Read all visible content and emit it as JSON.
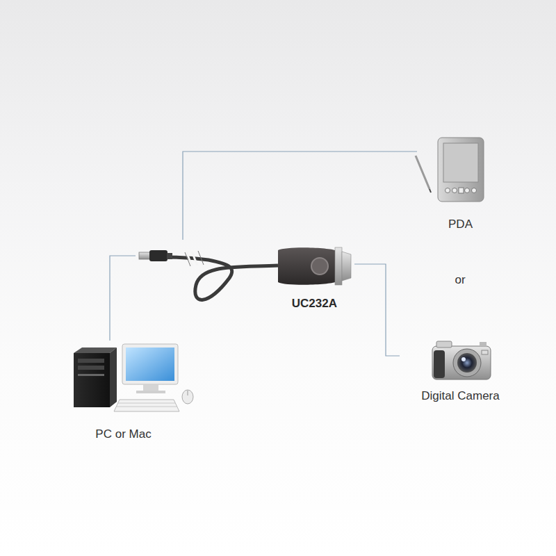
{
  "diagram": {
    "nodes": [
      {
        "text": [
          "PC or Mac"
        ]
      },
      {
        "text": [
          "UC232A"
        ]
      },
      {
        "text": [
          "PDA"
        ]
      },
      {
        "text": [
          "Digital Camera"
        ]
      }
    ],
    "edges": [
      {
        "from": 0,
        "to": 1,
        "arrow": "none"
      },
      {
        "from": 1,
        "to": 2,
        "arrow": "none"
      },
      {
        "from": 1,
        "to": 3,
        "arrow": "none"
      }
    ],
    "labels": [
      "or"
    ]
  }
}
